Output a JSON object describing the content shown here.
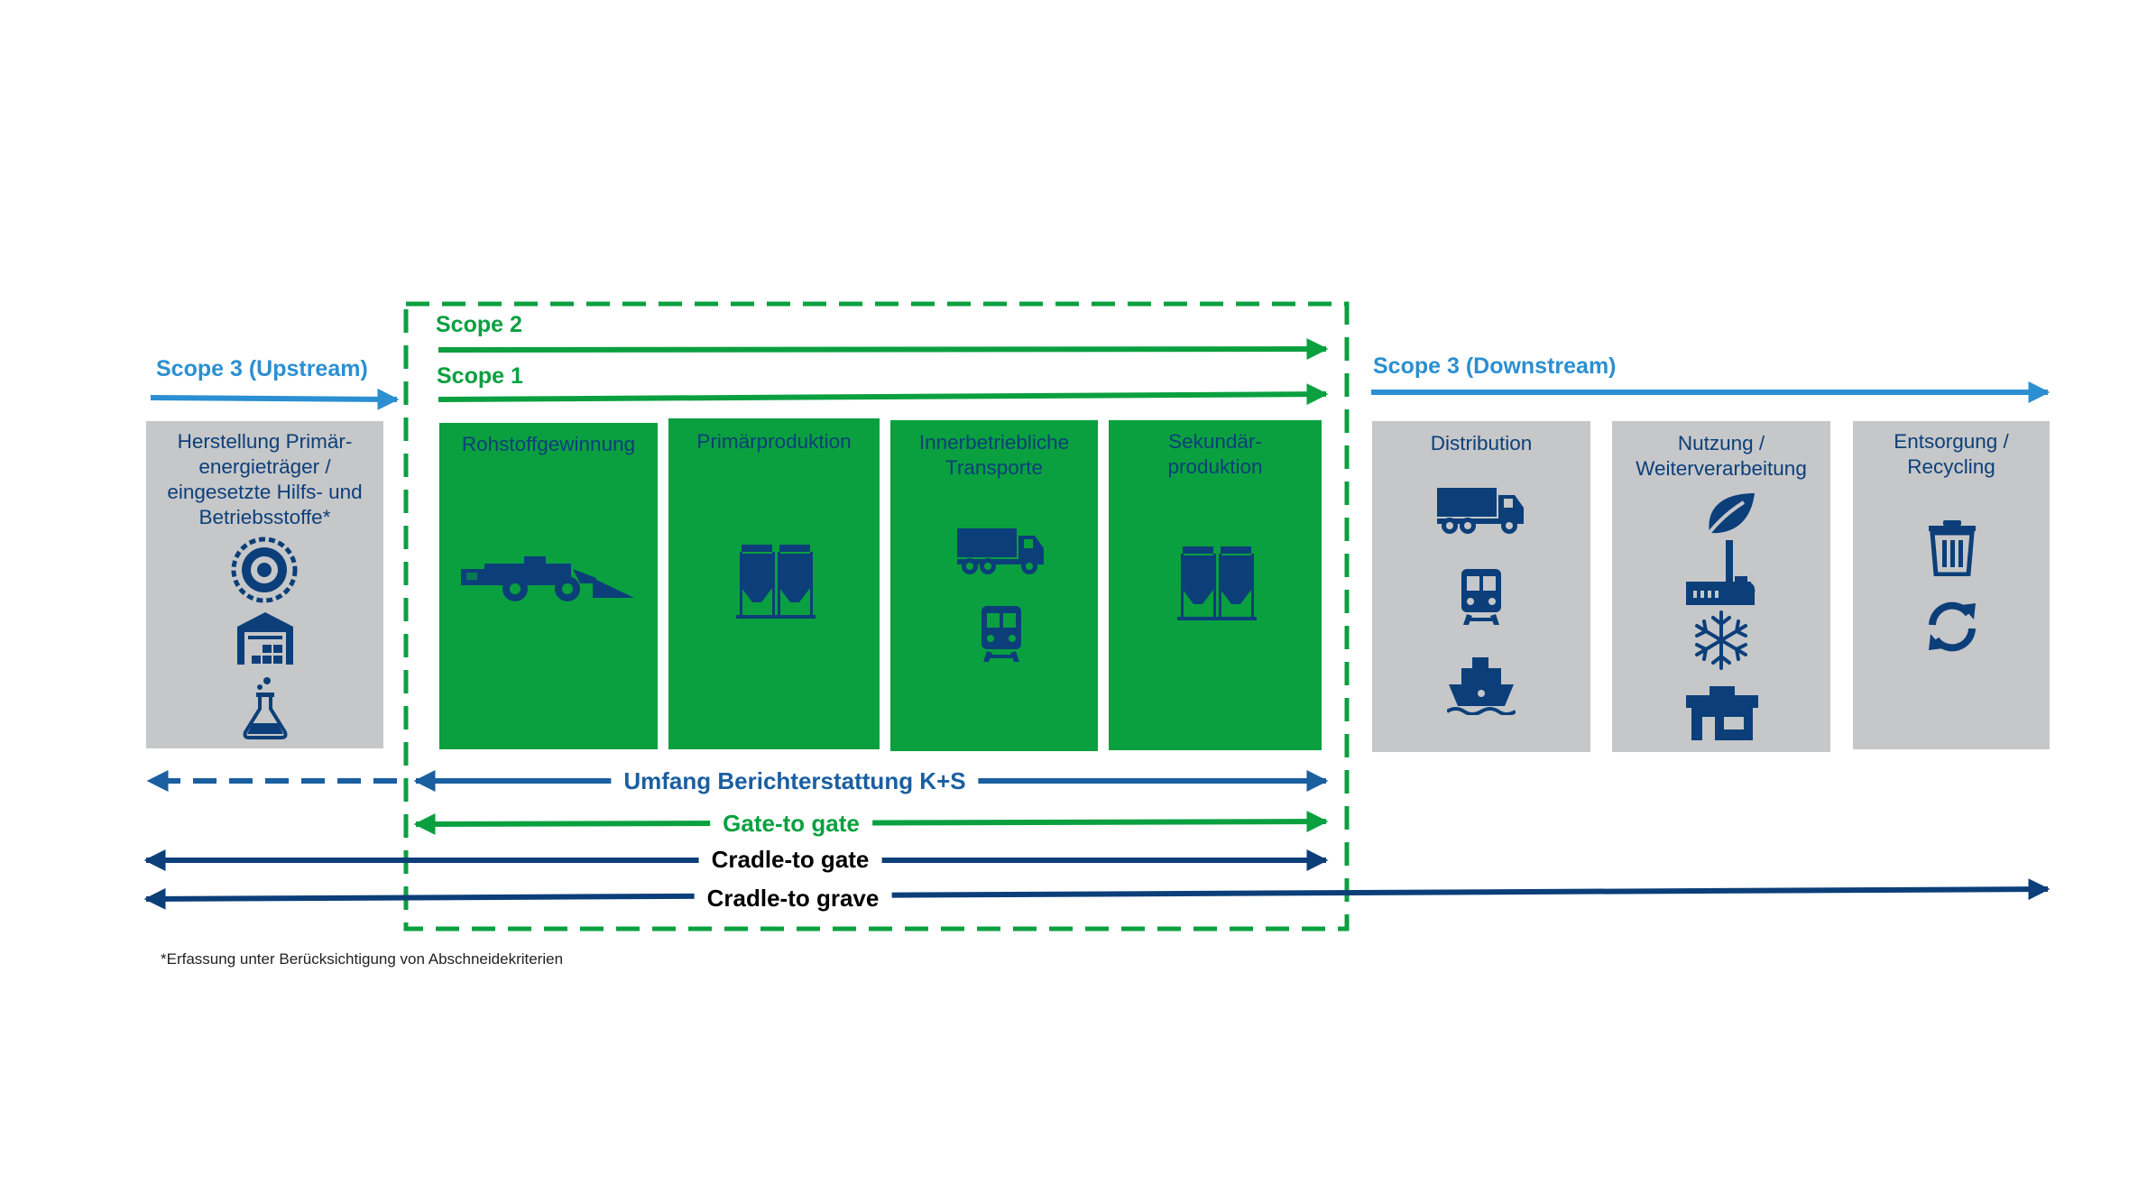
{
  "colors": {
    "scope3_blue": "#2b8fd1",
    "green": "#0aa040",
    "dark_blue": "#0c3f79",
    "mid_blue": "#1a5fa0",
    "gray_box": "#c6c7c9",
    "icon_blue": "#0c3f79"
  },
  "scopes": {
    "upstream": "Scope 3 (Upstream)",
    "scope2": "Scope 2",
    "scope1": "Scope 1",
    "downstream": "Scope 3 (Downstream)"
  },
  "boxes": [
    {
      "label": "Herstellung Primär-\nenergieträger /\neingesetzte Hilfs- und\nBetriebsstoffe*",
      "icons": [
        "bucket-wheel-icon",
        "warehouse-icon",
        "flask-icon"
      ]
    },
    {
      "label": "Rohstoffgewinnung",
      "icons": [
        "mining-loader-icon"
      ]
    },
    {
      "label": "Primärproduktion",
      "icons": [
        "silo-icon"
      ]
    },
    {
      "label": "Innerbetriebliche\nTransporte",
      "icons": [
        "truck-icon",
        "train-icon"
      ]
    },
    {
      "label": "Sekundär-\nproduktion",
      "icons": [
        "silo-icon"
      ]
    },
    {
      "label": "Distribution",
      "icons": [
        "truck-icon",
        "train-icon",
        "ship-icon"
      ]
    },
    {
      "label": "Nutzung /\nWeiterverarbeitung",
      "icons": [
        "leaf-icon",
        "factory-icon",
        "snowflake-icon",
        "shop-icon"
      ]
    },
    {
      "label": "Entsorgung /\nRecycling",
      "icons": [
        "trash-icon",
        "recycle-icon"
      ]
    }
  ],
  "arrows": {
    "reporting": "Umfang Berichterstattung K+S",
    "gate_to_gate": "Gate-to gate",
    "cradle_to_gate": "Cradle-to gate",
    "cradle_to_grave": "Cradle-to grave"
  },
  "footnote": "*Erfassung unter Berücksichtigung von Abschneidekriterien"
}
